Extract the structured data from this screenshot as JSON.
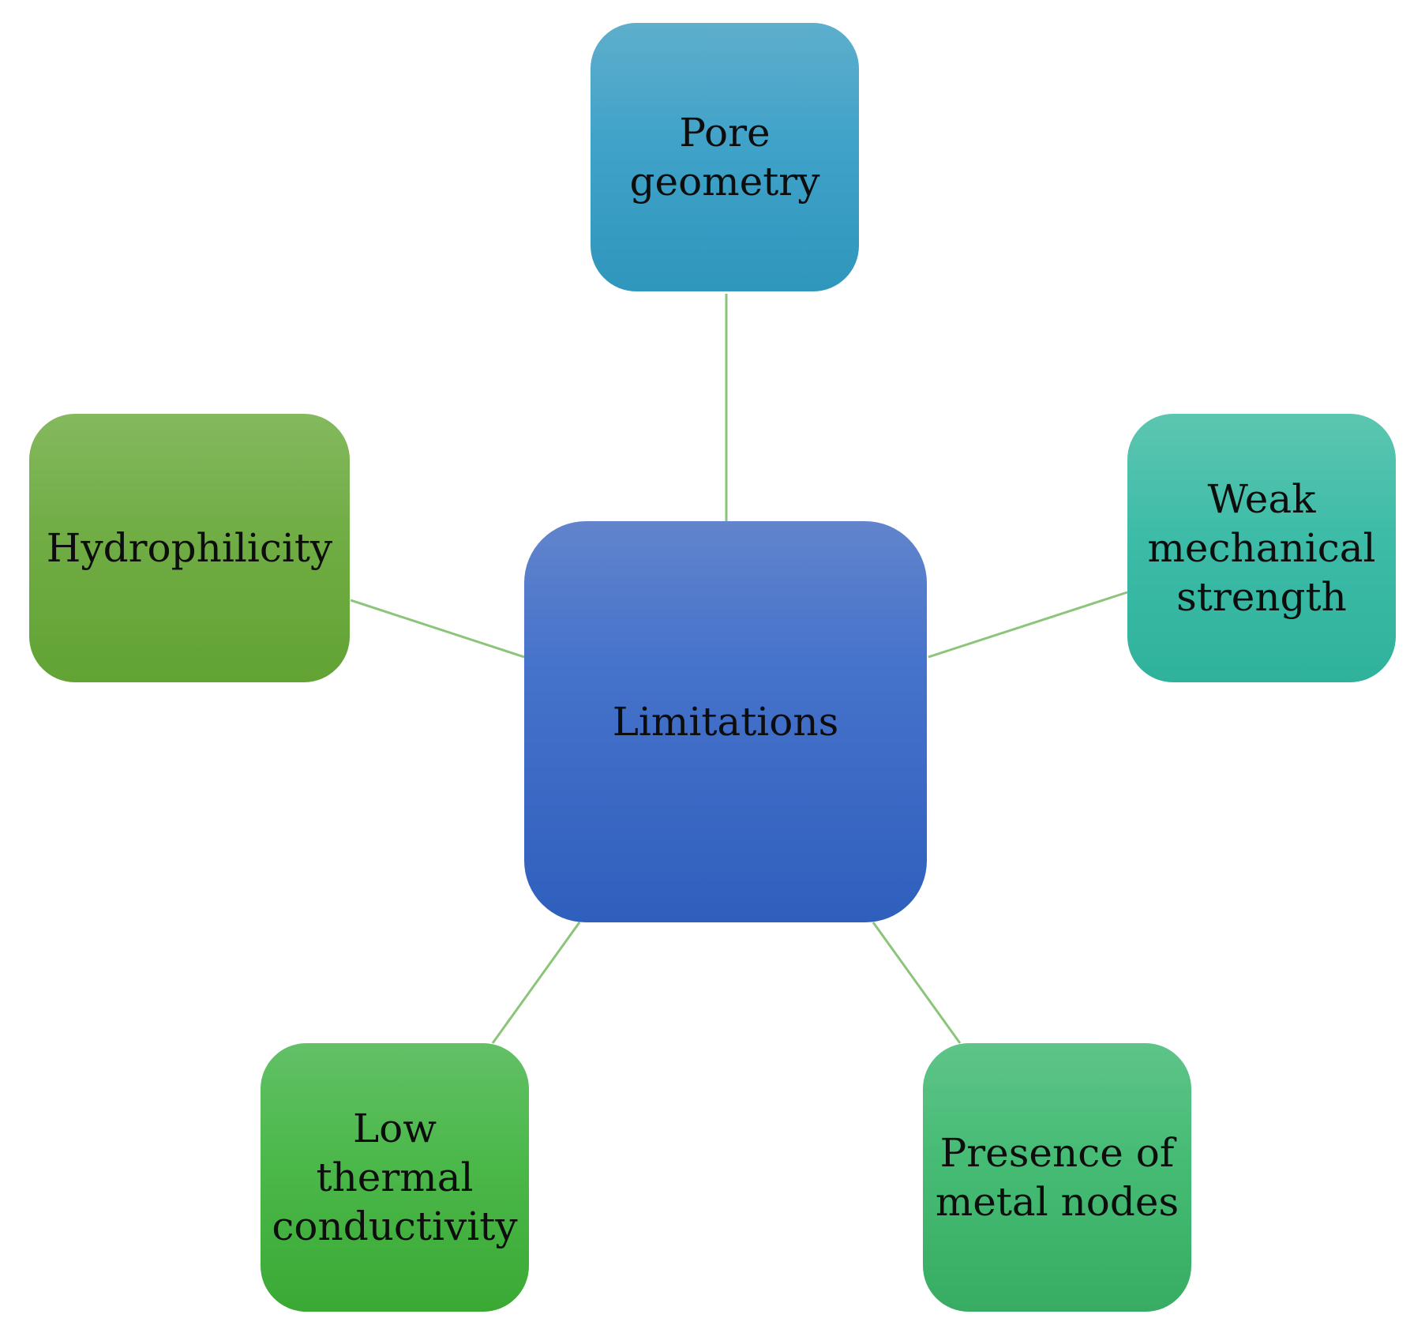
{
  "colors": {
    "connector": "#8cc47a",
    "center_fill": "#4673cb",
    "pore_fill": "#40a2c9",
    "weak_fill": "#3dbca8",
    "hydro_fill": "#70ad45",
    "low_fill": "#4bb84a",
    "metal_fill": "#45bb74",
    "text": "#0d0d0d"
  },
  "diagram": {
    "center": {
      "label": "Limitations"
    },
    "nodes": {
      "pore": {
        "lines": [
          "Pore",
          "geometry"
        ]
      },
      "weak": {
        "lines": [
          "Weak",
          "mechanical",
          "strength"
        ]
      },
      "hydro": {
        "lines": [
          "Hydrophilicity"
        ]
      },
      "low": {
        "lines": [
          "Low",
          "thermal",
          "conductivity"
        ]
      },
      "metal": {
        "lines": [
          "Presence of",
          "metal nodes"
        ]
      }
    }
  }
}
